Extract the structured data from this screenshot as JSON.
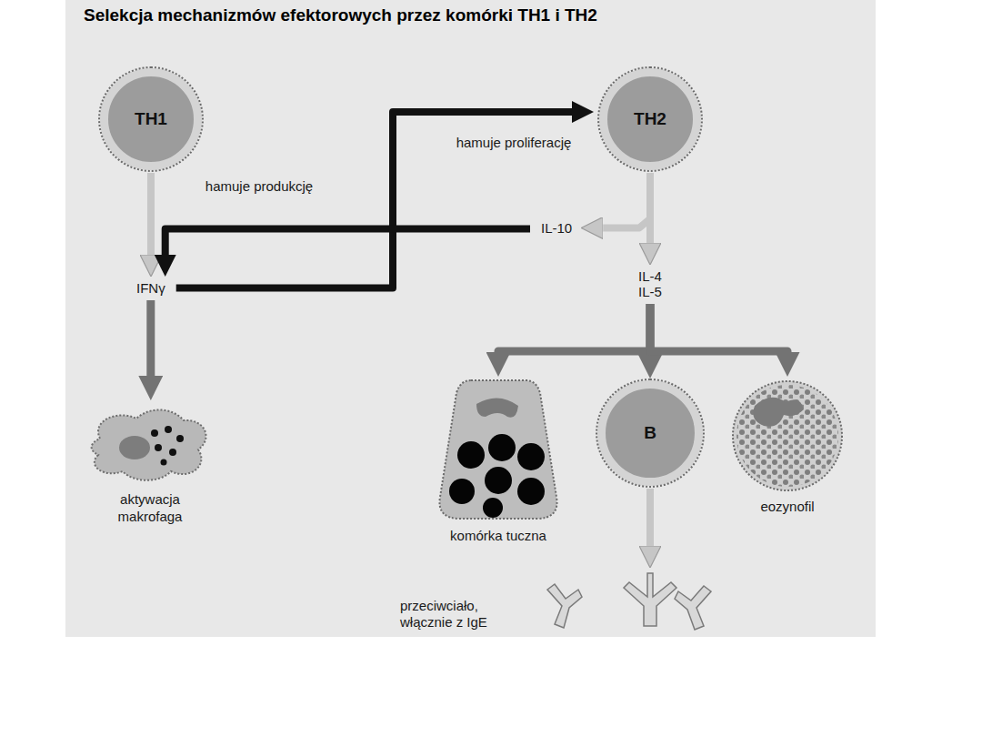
{
  "diagram": {
    "title": "Selekcja mechanizmów efektorowych przez komórki TH1 i TH2",
    "nodes": [
      {
        "text": [
          "TH1"
        ]
      },
      {
        "text": [
          "TH2"
        ]
      },
      {
        "text": [
          "IFNγ"
        ]
      },
      {
        "text": [
          "IL-10"
        ]
      },
      {
        "text": [
          "IL-4 IL-5"
        ]
      },
      {
        "text": [
          "aktywacja makrofaga"
        ]
      },
      {
        "text": [
          "komórka tuczna"
        ]
      },
      {
        "text": [
          "B"
        ]
      },
      {
        "text": [
          "eozynofil"
        ]
      },
      {
        "text": [
          "przeciwciało, włącznie z IgE"
        ]
      }
    ],
    "edges": [
      {
        "from": 0,
        "to": 2,
        "arrow": "to"
      },
      {
        "from": 2,
        "to": 5,
        "arrow": "to"
      },
      {
        "from": 2,
        "to": 1,
        "label": "hamuje proliferację",
        "arrow": "to"
      },
      {
        "from": 3,
        "to": 2,
        "label": "hamuje produkcję",
        "arrow": "to"
      },
      {
        "from": 1,
        "to": 3,
        "arrow": "to"
      },
      {
        "from": 1,
        "to": 4,
        "arrow": "to"
      },
      {
        "from": 4,
        "to": 6,
        "arrow": "to"
      },
      {
        "from": 4,
        "to": 7,
        "arrow": "to"
      },
      {
        "from": 4,
        "to": 8,
        "arrow": "to"
      },
      {
        "from": 7,
        "to": 9,
        "arrow": "to"
      }
    ]
  }
}
